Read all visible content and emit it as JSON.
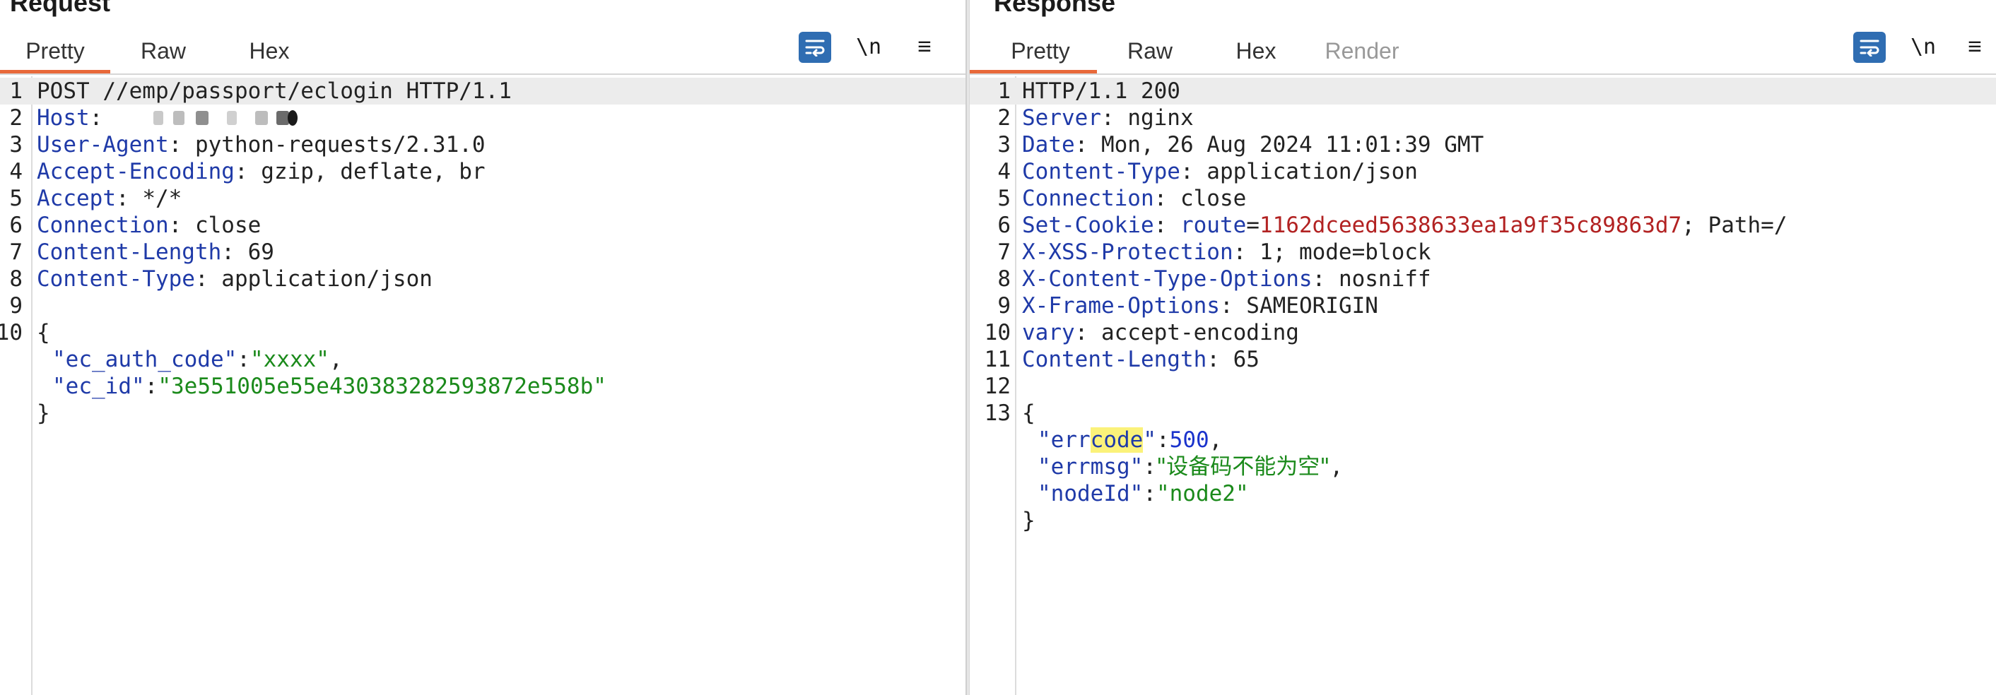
{
  "request": {
    "title": "Request",
    "tabs": [
      "Pretty",
      "Raw",
      "Hex"
    ],
    "active_tab": "Pretty",
    "toolbar": {
      "newline_label": "\\n",
      "menu_label": "≡"
    },
    "lines": [
      {
        "num": "1",
        "text": "POST //emp/passport/eclogin HTTP/1.1"
      },
      {
        "num": "2",
        "key": "Host",
        "sep": ":"
      },
      {
        "num": "3",
        "key": "User-Agent",
        "sep": ": ",
        "value": "python-requests/2.31.0"
      },
      {
        "num": "4",
        "key": "Accept-Encoding",
        "sep": ": ",
        "value": "gzip, deflate, br"
      },
      {
        "num": "5",
        "key": "Accept",
        "sep": ": ",
        "value": "*/*"
      },
      {
        "num": "6",
        "key": "Connection",
        "sep": ": ",
        "value": "close"
      },
      {
        "num": "7",
        "key": "Content-Length",
        "sep": ": ",
        "value": "69"
      },
      {
        "num": "8",
        "key": "Content-Type",
        "sep": ": ",
        "value": "application/json"
      },
      {
        "num": "9"
      },
      {
        "num": "10",
        "text": "{"
      },
      {
        "num": "",
        "jkey": "\"ec_auth_code\"",
        "jsep": ":",
        "jval": "\"xxxx\"",
        "jend": ","
      },
      {
        "num": "",
        "jkey": "\"ec_id\"",
        "jsep": ":",
        "jval": "\"3e551005e55e430383282593872e558b\"",
        "jend": ""
      },
      {
        "num": "",
        "text": "}"
      }
    ]
  },
  "response": {
    "title": "Response",
    "tabs": [
      "Pretty",
      "Raw",
      "Hex",
      "Render"
    ],
    "active_tab": "Pretty",
    "toolbar": {
      "newline_label": "\\n",
      "menu_label": "≡"
    },
    "lines": [
      {
        "num": "1",
        "text": "HTTP/1.1 200"
      },
      {
        "num": "2",
        "key": "Server",
        "sep": ": ",
        "value": "nginx"
      },
      {
        "num": "3",
        "key": "Date",
        "sep": ": ",
        "value": "Mon, 26 Aug 2024 11:01:39 GMT"
      },
      {
        "num": "4",
        "key": "Content-Type",
        "sep": ": ",
        "value": "application/json"
      },
      {
        "num": "5",
        "key": "Connection",
        "sep": ": ",
        "value": "close"
      },
      {
        "num": "6",
        "key": "Set-Cookie",
        "sep": ": ",
        "cookie_name": "route",
        "cookie_eq": "=",
        "cookie_val": "1162dceed5638633ea1a9f35c89863d7",
        "value": "; Path=/"
      },
      {
        "num": "7",
        "key": "X-XSS-Protection",
        "sep": ": ",
        "value": "1; mode=block"
      },
      {
        "num": "8",
        "key": "X-Content-Type-Options",
        "sep": ": ",
        "value": "nosniff"
      },
      {
        "num": "9",
        "key": "X-Frame-Options",
        "sep": ": ",
        "value": "SAMEORIGIN"
      },
      {
        "num": "10",
        "key": "vary",
        "sep": ": ",
        "value": "accept-encoding"
      },
      {
        "num": "11",
        "key": "Content-Length",
        "sep": ": ",
        "value": "65"
      },
      {
        "num": "12"
      },
      {
        "num": "13",
        "text": "{"
      },
      {
        "num": "",
        "jkey_a": "\"err",
        "jkey_hl": "code",
        "jkey_b": "\"",
        "jsep": ":",
        "jnum": "500",
        "jend": ","
      },
      {
        "num": "",
        "jkey": "\"errmsg\"",
        "jsep": ":",
        "jval": "\"设备码不能为空\"",
        "jend": ","
      },
      {
        "num": "",
        "jkey": "\"nodeId\"",
        "jsep": ":",
        "jval": "\"node2\"",
        "jend": ""
      },
      {
        "num": "",
        "text": "}"
      }
    ]
  },
  "colors": {
    "accent_tab": "#e8693a",
    "header_key": "#1f3aa8",
    "json_string": "#1b8a1b",
    "json_number": "#1a33cc",
    "cookie_value": "#b22222",
    "wrap_button": "#2f6db2",
    "search_highlight": "#fbf27a"
  }
}
